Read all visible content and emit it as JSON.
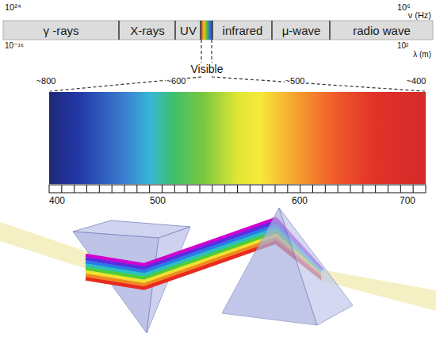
{
  "diagram": {
    "nodes": [
      {
        "text": [
          "γ -rays"
        ]
      },
      {
        "text": [
          "X-rays"
        ]
      },
      {
        "text": [
          "UV"
        ]
      },
      {
        "text": [
          "infrared"
        ]
      },
      {
        "text": [
          "μ-wave"
        ]
      },
      {
        "text": [
          "radio wave"
        ]
      }
    ],
    "labels": [
      "10²⁴",
      "10⁶",
      "ν (Hz)",
      "10⁻¹⁶",
      "10²",
      "λ (m)",
      "Visible",
      "~800",
      "~600",
      "~500",
      "~400",
      "400",
      "500",
      "600",
      "700"
    ]
  }
}
